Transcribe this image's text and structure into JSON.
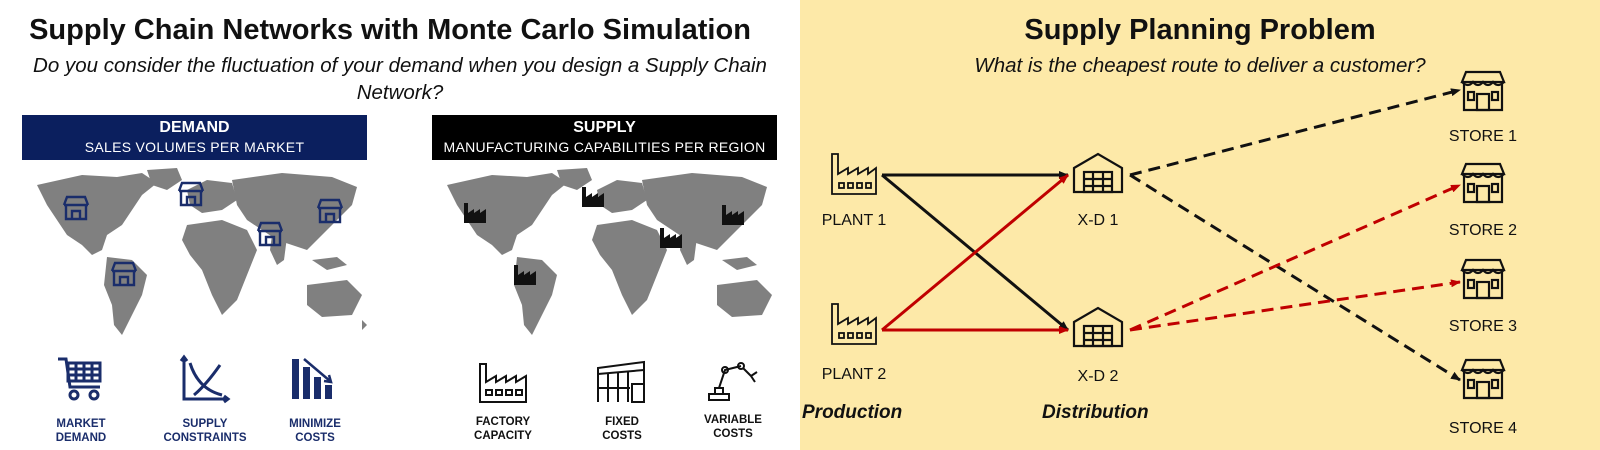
{
  "left": {
    "title": "Supply Chain Networks with Monte Carlo Simulation",
    "subtitle": "Do you consider the fluctuation of your demand when you design a Supply Chain Network?",
    "demand": {
      "heading": "DEMAND",
      "subheading": "SALES VOLUMES PER MARKET",
      "color": "#0b1f5e",
      "icons": [
        {
          "icon": "shopping-cart-icon",
          "label1": "MARKET",
          "label2": "DEMAND"
        },
        {
          "icon": "supply-curve-icon",
          "label1": "SUPPLY",
          "label2": "CONSTRAINTS"
        },
        {
          "icon": "bar-chart-down-icon",
          "label1": "MINIMIZE",
          "label2": "COSTS"
        }
      ]
    },
    "supply": {
      "heading": "SUPPLY",
      "subheading": "MANUFACTURING CAPABILITIES PER REGION",
      "color": "#000000",
      "icons": [
        {
          "icon": "factory-icon",
          "label1": "FACTORY",
          "label2": "CAPACITY"
        },
        {
          "icon": "building-icon",
          "label1": "FIXED",
          "label2": "COSTS"
        },
        {
          "icon": "robot-arm-icon",
          "label1": "VARIABLE",
          "label2": "COSTS"
        }
      ]
    }
  },
  "right": {
    "title": "Supply Planning Problem",
    "subtitle": "What is the cheapest route to deliver a customer?",
    "plants": [
      "PLANT 1",
      "PLANT 2"
    ],
    "crossdocks": [
      "X-D 1",
      "X-D 2"
    ],
    "stores": [
      "STORE 1",
      "STORE 2",
      "STORE 3",
      "STORE 4"
    ],
    "production_label": "Production",
    "distribution_label": "Distribution",
    "colors": {
      "black_route": "#111111",
      "red_route": "#c00000",
      "background": "#fde9a8"
    }
  }
}
